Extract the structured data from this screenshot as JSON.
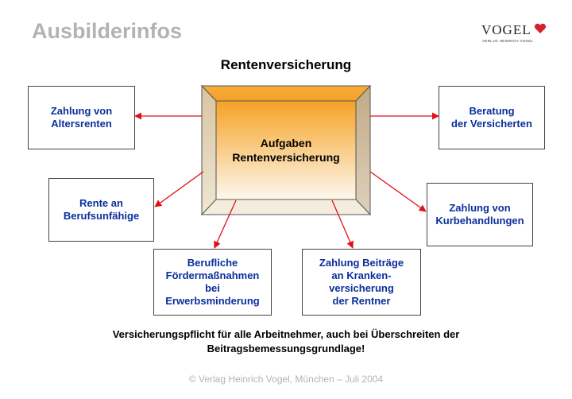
{
  "header": {
    "title": "Ausbilderinfos"
  },
  "logo": {
    "word": "VOGEL",
    "subtitle": "VERLAG HEINRICH VOGEL",
    "accent_color": "#d6202b"
  },
  "diagram": {
    "title": "Rentenversicherung",
    "center": "Aufgaben\nRentenversicherung",
    "nodes": {
      "altersrenten": "Zahlung von\nAltersrenten",
      "beratung": "Beratung\nder Versicherten",
      "berufsunfaehige": "Rente an\nBerufsunfähige",
      "kurbehandlungen": "Zahlung von\nKurbehandlungen",
      "foerdermassnahmen": "Berufliche\nFördermaßnahmen\nbei\nErwerbsminderung",
      "krankenversicherung": "Zahlung Beiträge\nan Kranken-\nversicherung\nder Rentner"
    },
    "note": "Versicherungspflicht für alle Arbeitnehmer, auch bei Überschreiten der\nBeitragsbemessungsgrundlage!",
    "colors": {
      "node_text": "#0a2f9c",
      "arrow": "#e0101a",
      "center_top": "#f6a224",
      "center_bottom": "#fdf8ef"
    }
  },
  "footer": {
    "text": "© Verlag Heinrich Vogel, München – Juli 2004"
  }
}
